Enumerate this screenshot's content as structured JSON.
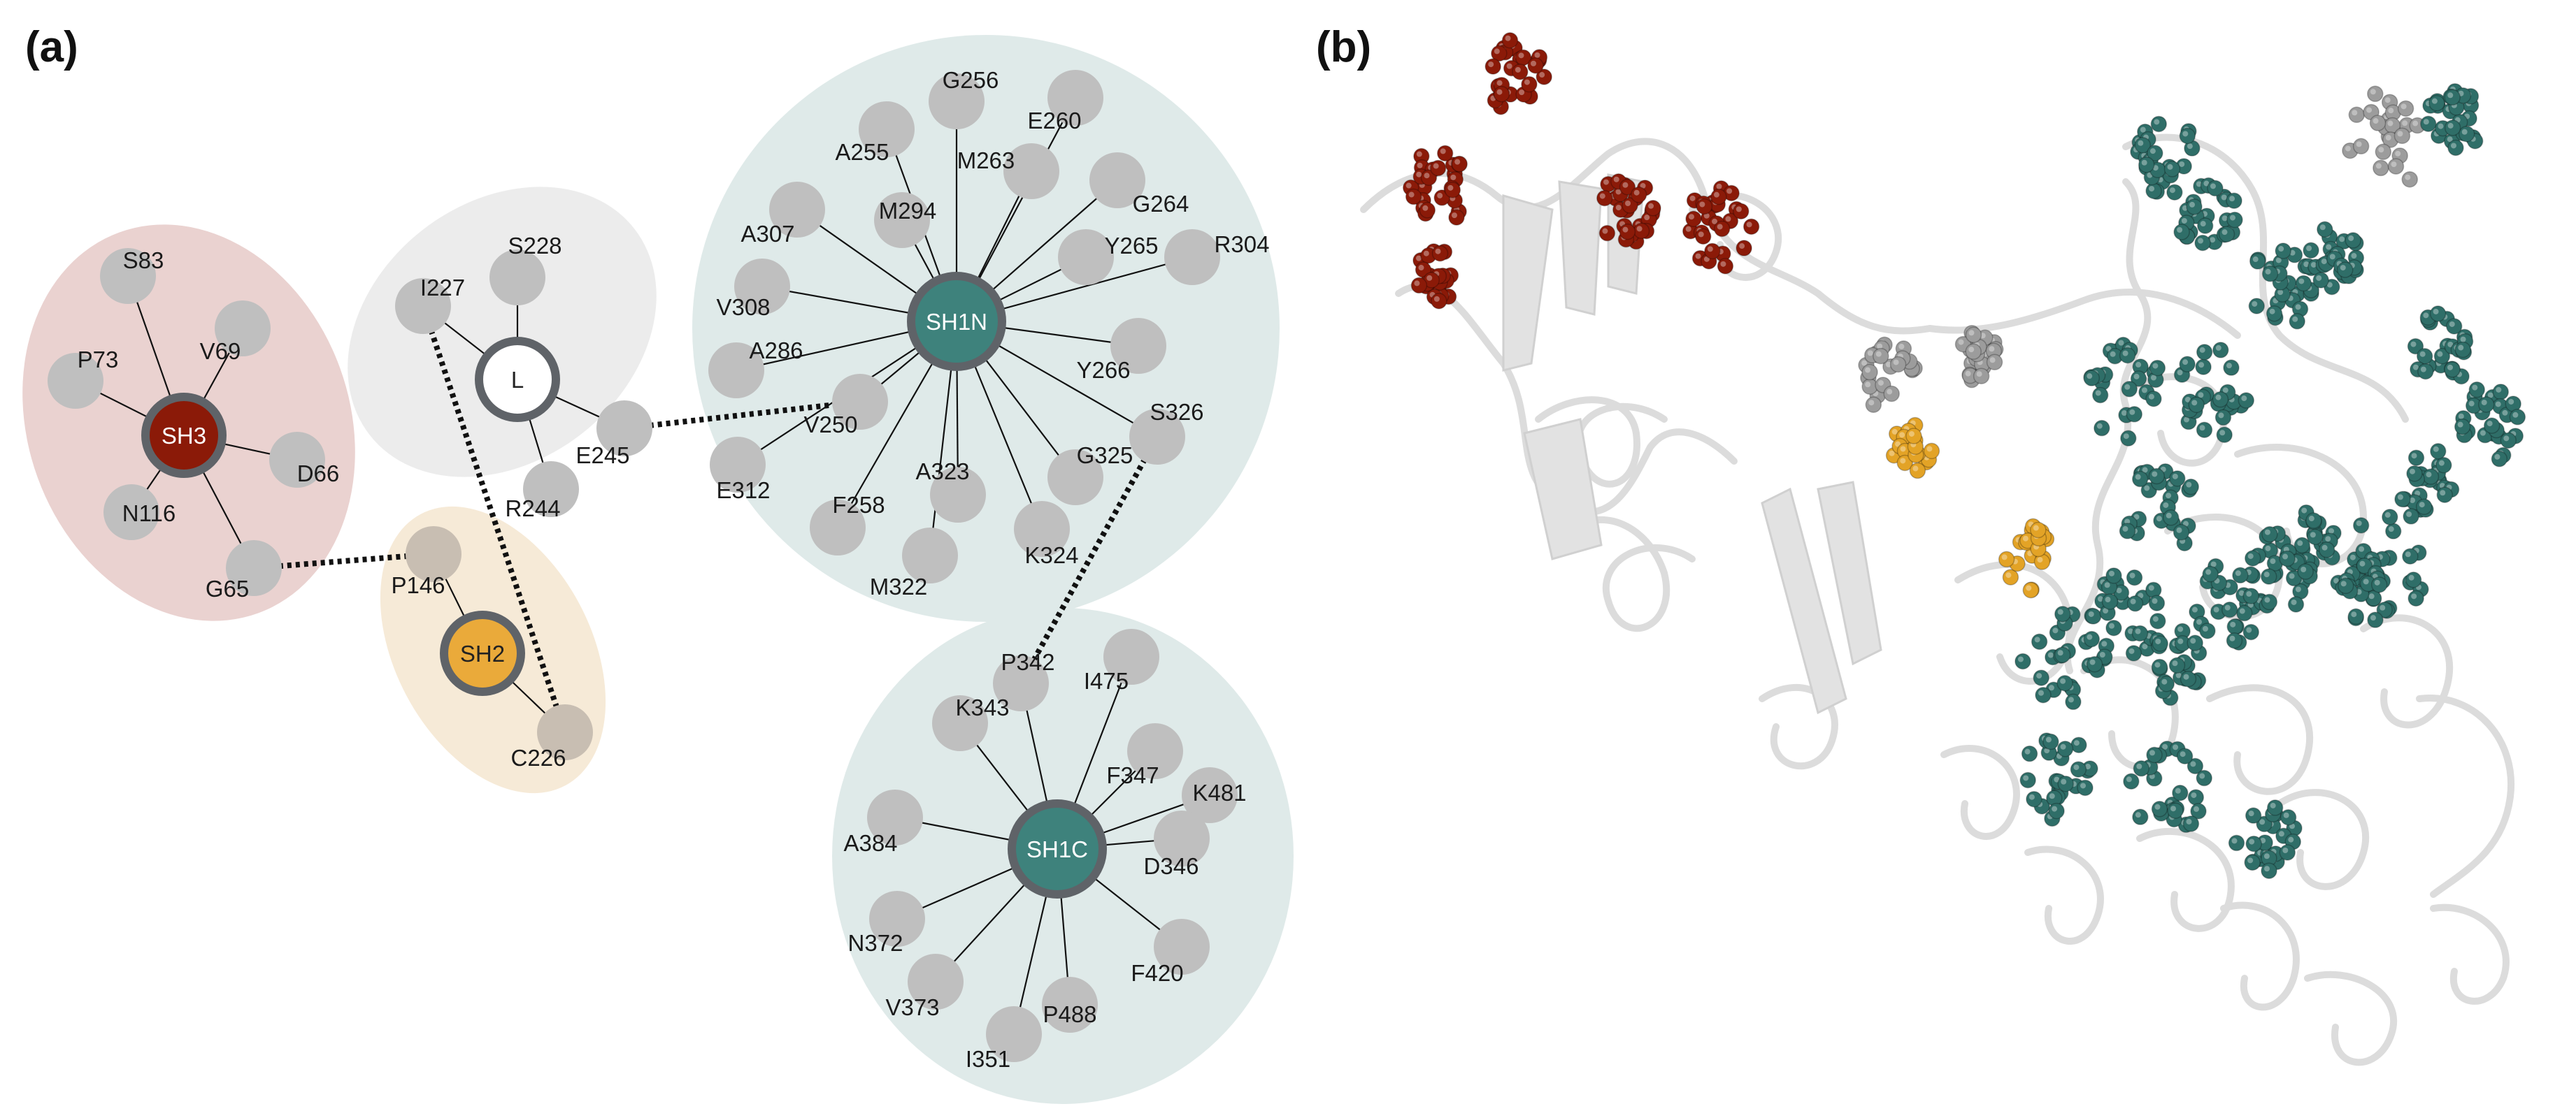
{
  "panels": {
    "a": "(a)",
    "b": "(b)"
  },
  "colors": {
    "sh3": "#8b1a08",
    "sh2": "#eaaa3a",
    "sh1": "#3e827c",
    "linker": "#ffffff",
    "node": "#bfbfbf",
    "ring": "#5f6368",
    "bg_sh3": "#ead2d0",
    "bg_sh2": "#f6ead7",
    "bg_linker": "#ececec",
    "bg_sh1": "#dfeae9",
    "sh2_node": "#c8beb2",
    "atom_red": "#8b1a08",
    "atom_gray": "#9c9c9c",
    "atom_gold": "#e3a326",
    "atom_teal": "#2f6e68"
  },
  "hubs": {
    "sh3": "SH3",
    "linker": "L",
    "sh2": "SH2",
    "sh1n": "SH1N",
    "sh1c": "SH1C"
  },
  "residues": {
    "sh3": [
      "S83",
      "V69",
      "P73",
      "D66",
      "N116",
      "G65"
    ],
    "linker": [
      "S228",
      "I227",
      "E245",
      "R244"
    ],
    "sh2": [
      "P146",
      "C226"
    ],
    "sh1n": [
      "G256",
      "E260",
      "A255",
      "M263",
      "G264",
      "A307",
      "M294",
      "Y265",
      "R304",
      "V308",
      "Y266",
      "A286",
      "V250",
      "S326",
      "E312",
      "A323",
      "G325",
      "F258",
      "K324",
      "M322"
    ],
    "sh1c": [
      "P342",
      "I475",
      "K343",
      "F347",
      "K481",
      "A384",
      "D346",
      "N372",
      "F420",
      "V373",
      "P488",
      "I351"
    ]
  }
}
